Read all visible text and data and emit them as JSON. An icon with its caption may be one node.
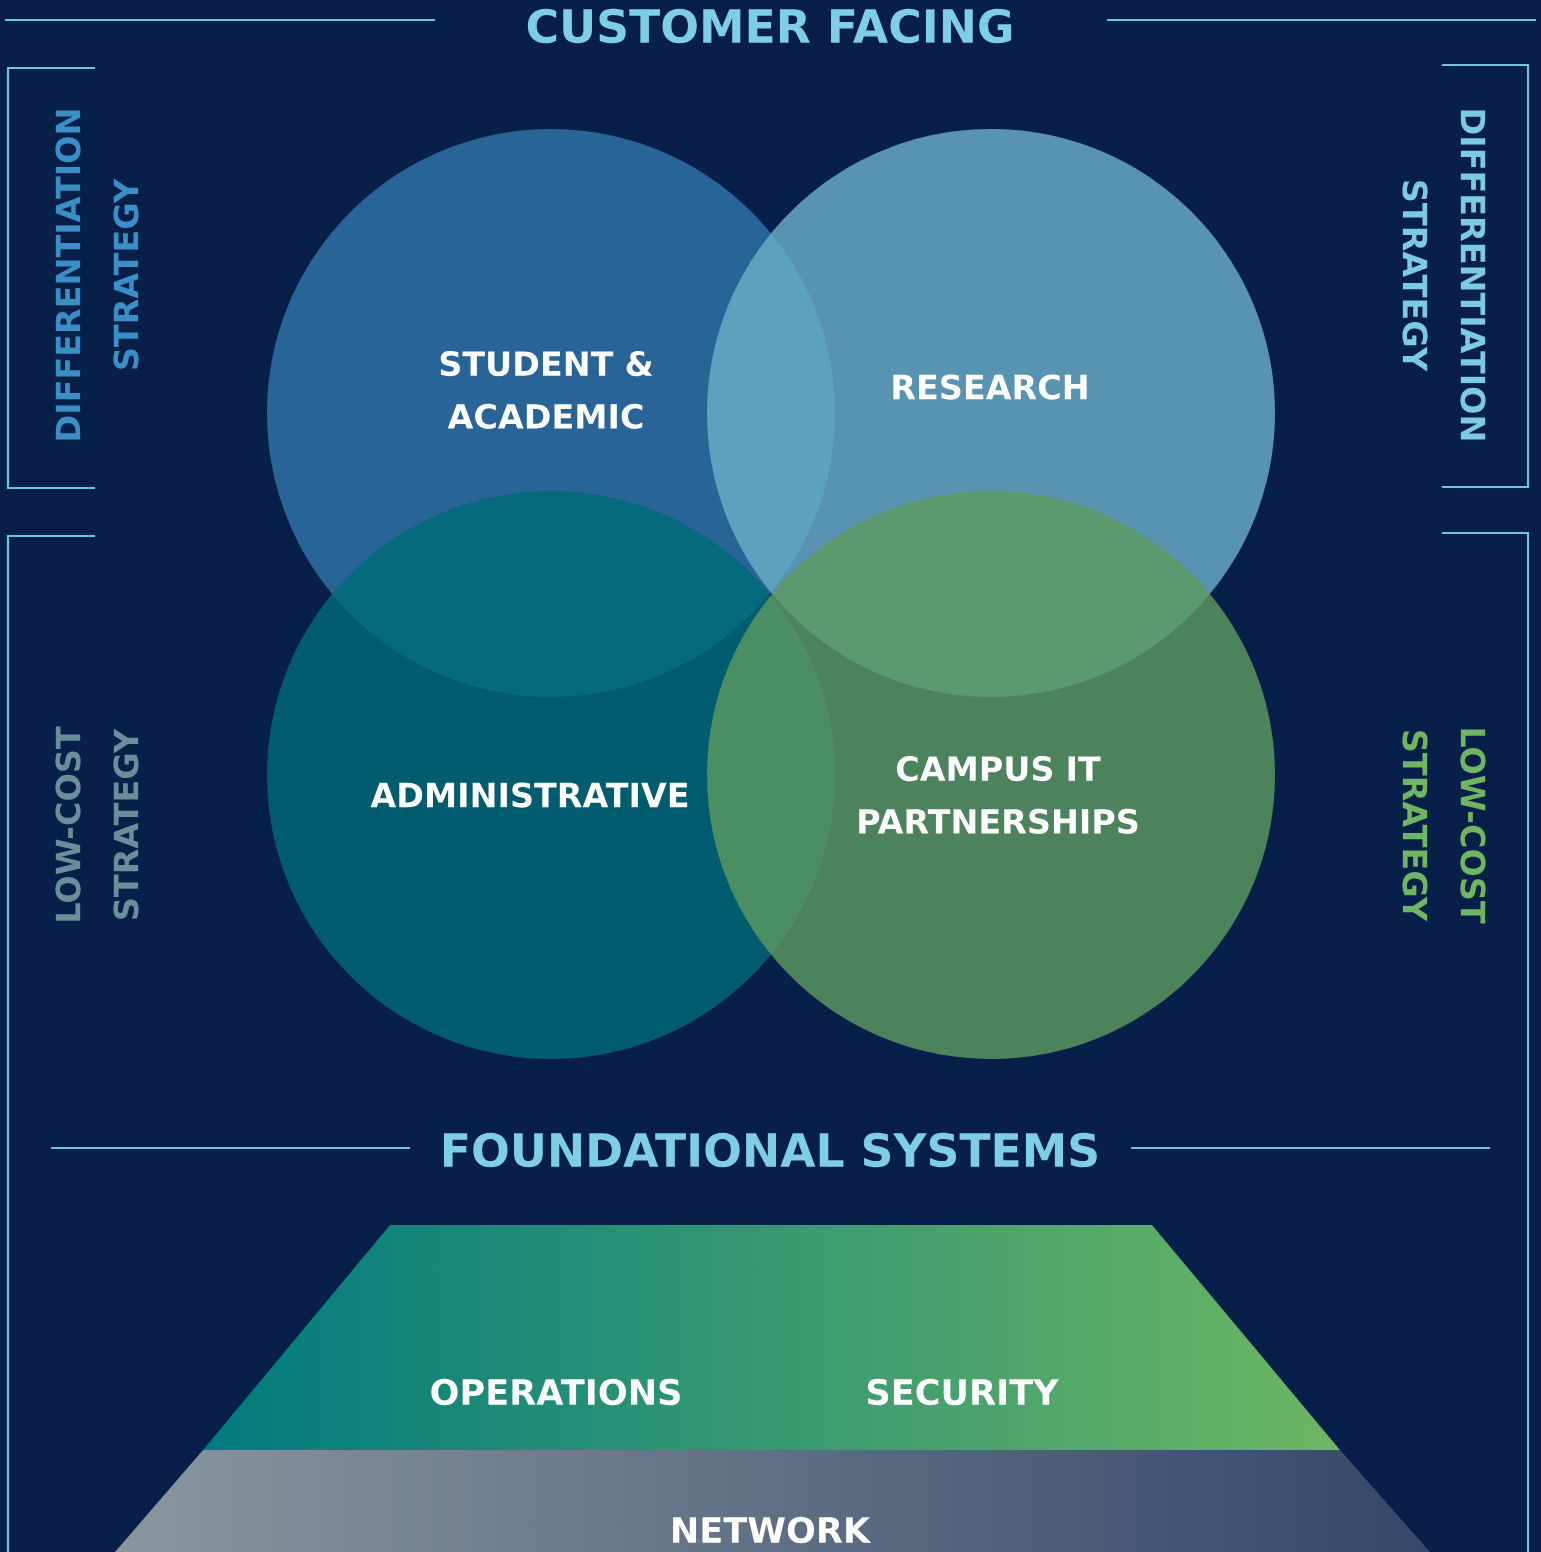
{
  "diagram": {
    "title": "CUSTOMER FACING",
    "nodes": [
      {
        "text": [
          "STUDENT & ACADEMIC"
        ]
      },
      {
        "text": [
          "RESEARCH"
        ]
      },
      {
        "text": [
          "ADMINISTRATIVE"
        ]
      },
      {
        "text": [
          "CAMPUS IT PARTNERSHIPS"
        ]
      },
      {
        "text": [
          "OPERATIONS",
          "SECURITY"
        ]
      },
      {
        "text": [
          "NETWORK"
        ]
      }
    ],
    "labels": [
      "DIFFERENTIATION STRATEGY",
      "DIFFERENTIATION STRATEGY",
      "LOW-COST STRATEGY",
      "LOW-COST STRATEGY",
      "FOUNDATIONAL SYSTEMS"
    ]
  }
}
